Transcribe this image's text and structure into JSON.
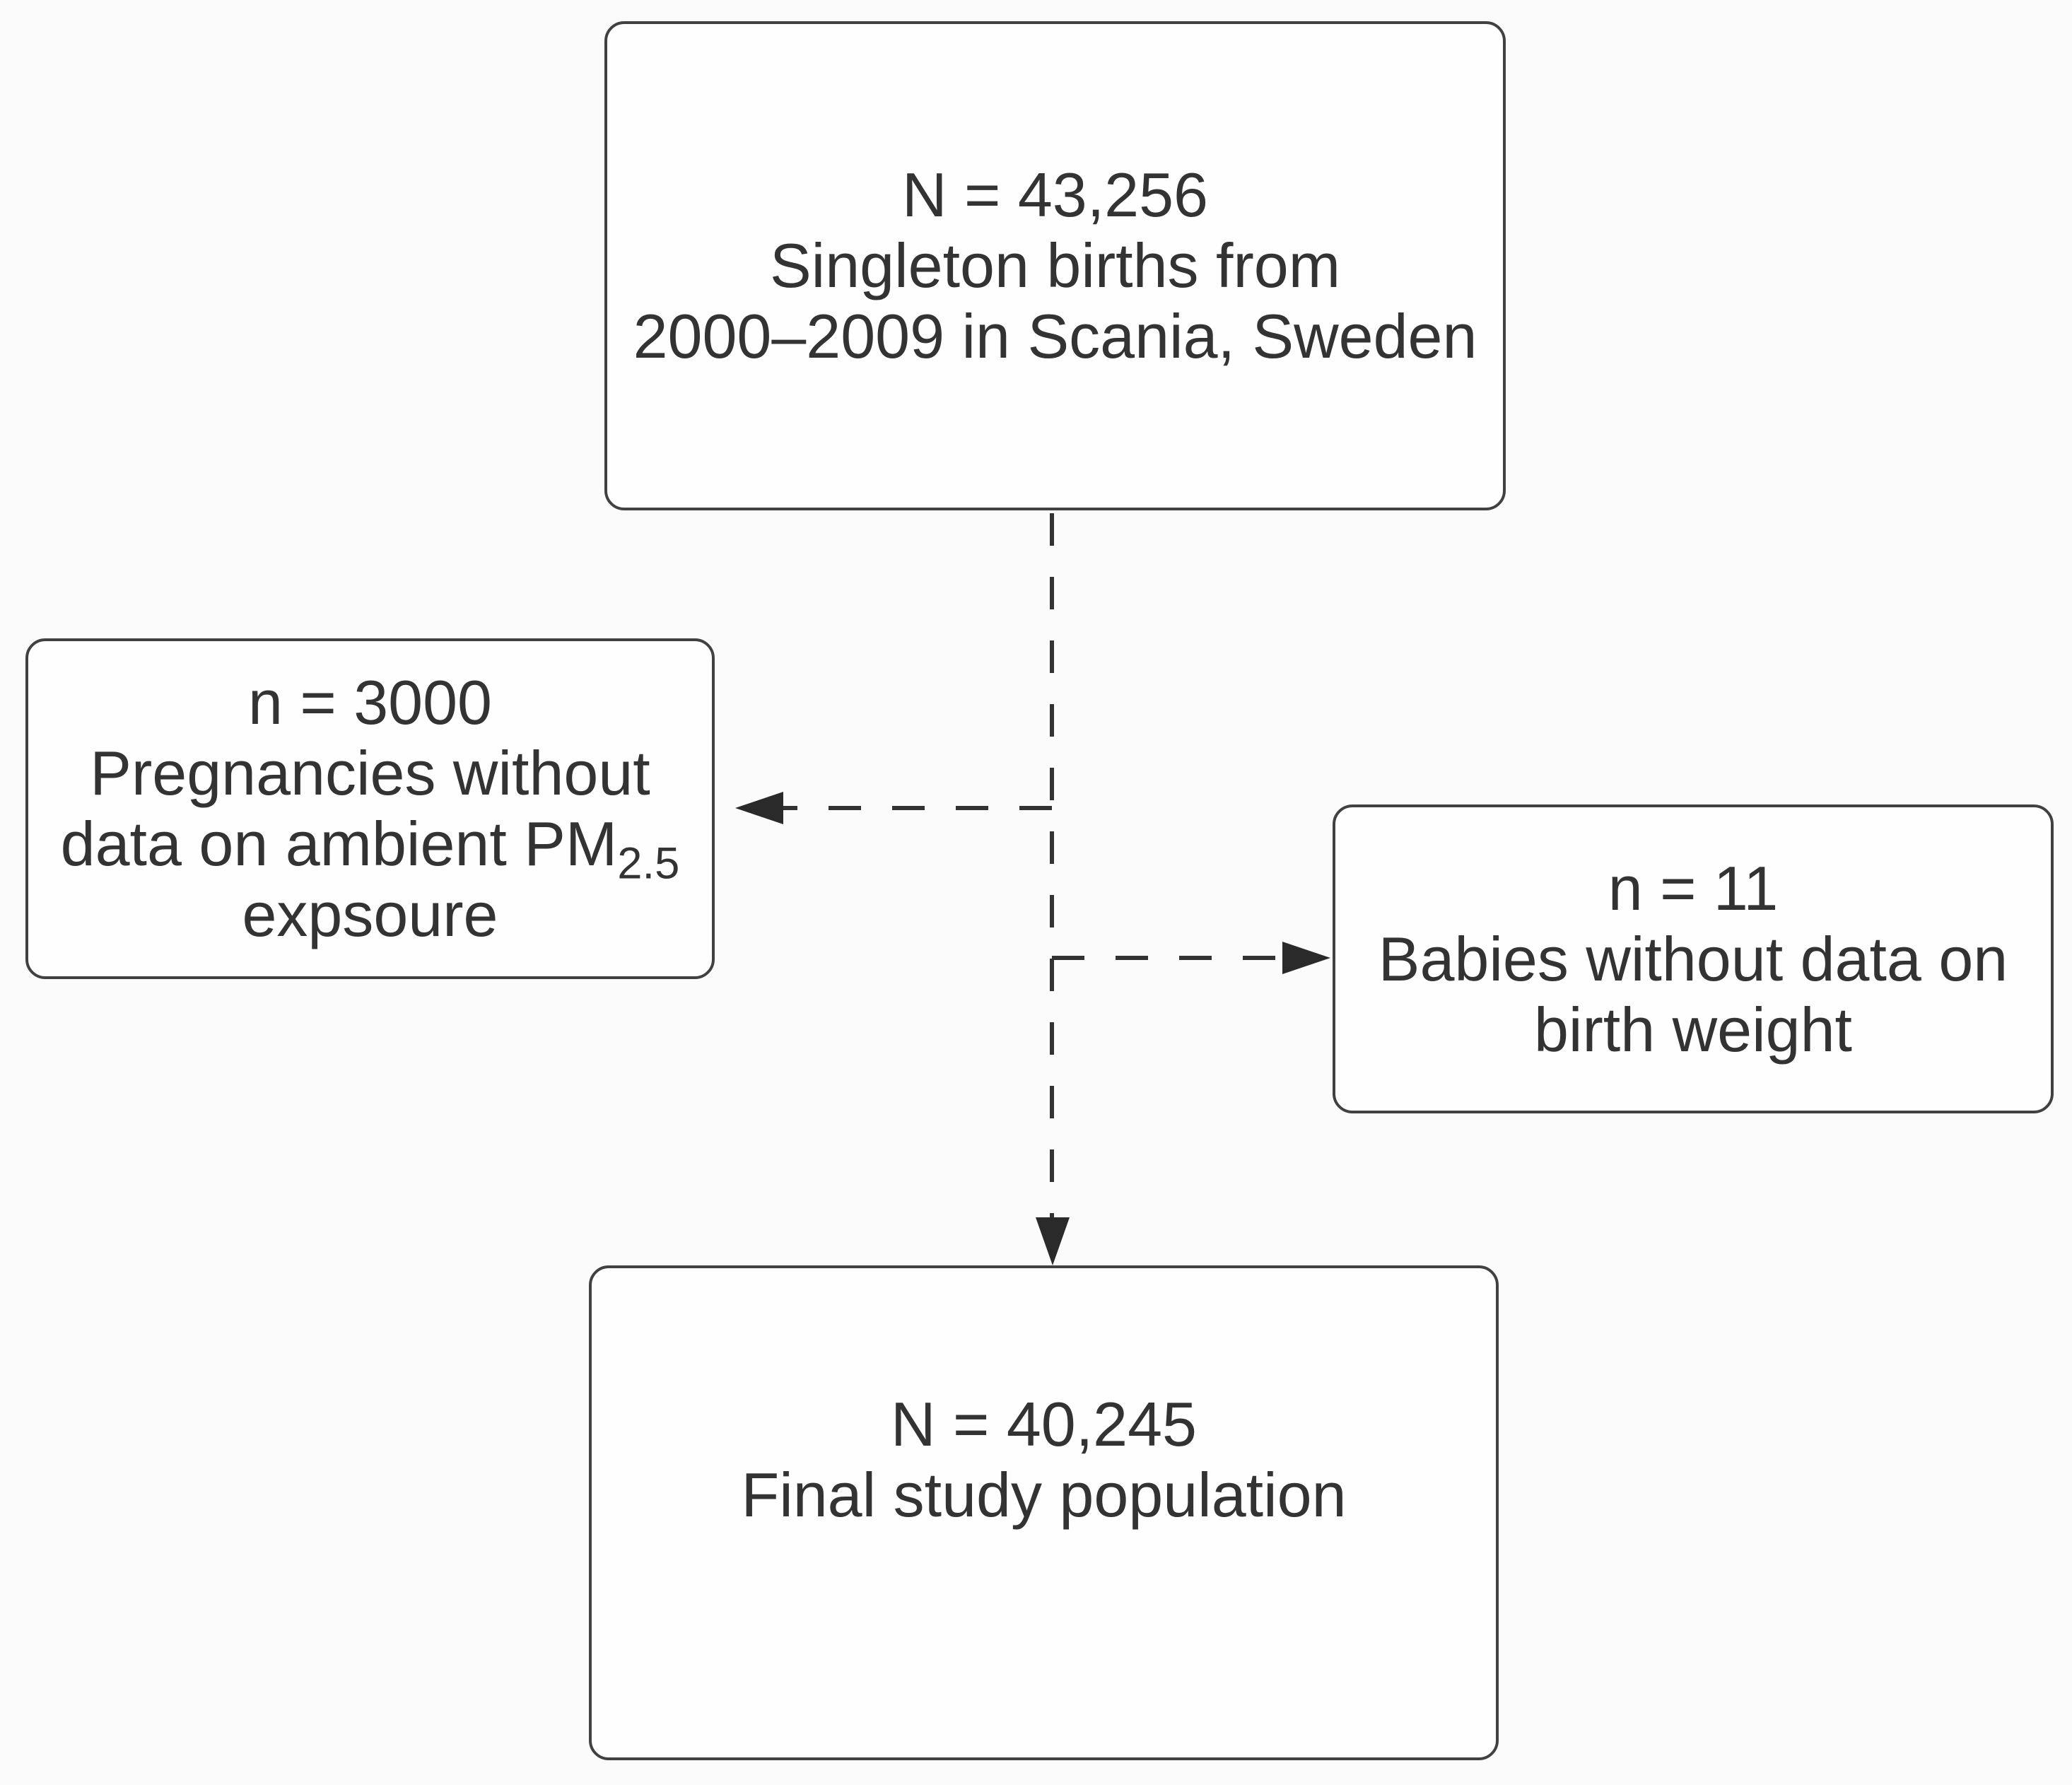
{
  "diagram": {
    "type": "study-population-flowchart",
    "boxes": {
      "initial": {
        "line1": "N = 43,256",
        "line2": "Singleton births from",
        "line3": "2000–2009 in Scania, Sweden"
      },
      "excluded_pm25": {
        "line1": "n = 3000",
        "line2": "Pregnancies without",
        "line3_text": "data on ambient PM",
        "line3_subscript": "2.5",
        "line4": "expsoure"
      },
      "excluded_birthweight": {
        "line1": "n = 11",
        "line2": "Babies without data on",
        "line3": "birth weight"
      },
      "final": {
        "line1": "N = 40,245",
        "line2": "Final study population"
      }
    },
    "connectors": {
      "main_flow": "initial-to-final",
      "left_branch": "to-excluded-pm25",
      "right_branch": "to-excluded-birthweight",
      "style": "dashed"
    },
    "colors": {
      "text": "#333333",
      "box_border": "#414141",
      "box_fill": "#fefefe",
      "arrow": "#2a2a2a",
      "background": "#fbfbfb"
    }
  }
}
